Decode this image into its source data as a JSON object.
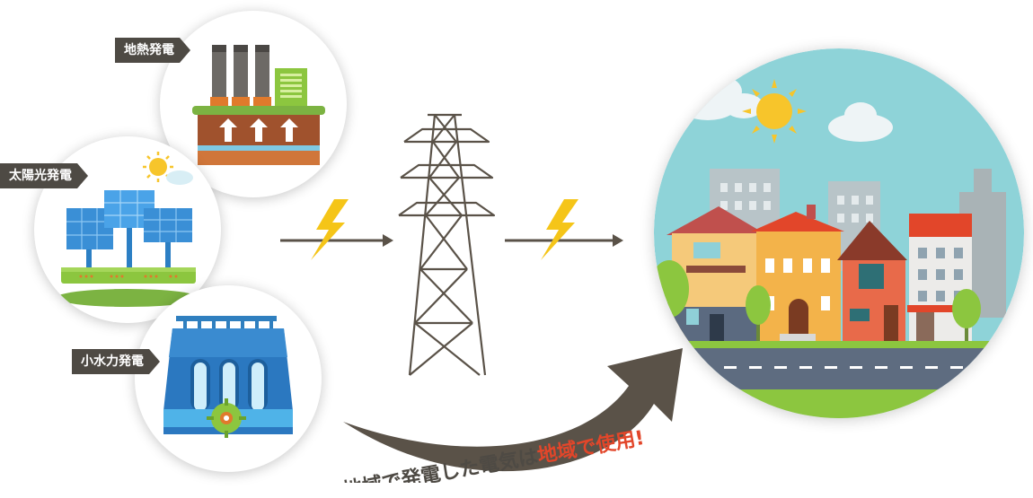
{
  "sources": {
    "geothermal_label": "地熱発電",
    "solar_label": "太陽光発電",
    "hydro_label": "小水力発電"
  },
  "slogan": {
    "part1": "地域で発電した電気は",
    "part2": "地域で使用!"
  },
  "colors": {
    "tag_bg": "#4e4a44",
    "arrow": "#5a5248",
    "bolt": "#f5c518",
    "slogan_text": "#4e4a44",
    "slogan_highlight": "#e2462a",
    "sky": "#8ed3d8"
  },
  "icons": [
    "factory-icon",
    "solar-panel-icon",
    "dam-icon",
    "bolt-icon",
    "tower-icon",
    "town-icon",
    "sun-icon",
    "cloud-icon",
    "water-wheel-icon"
  ]
}
